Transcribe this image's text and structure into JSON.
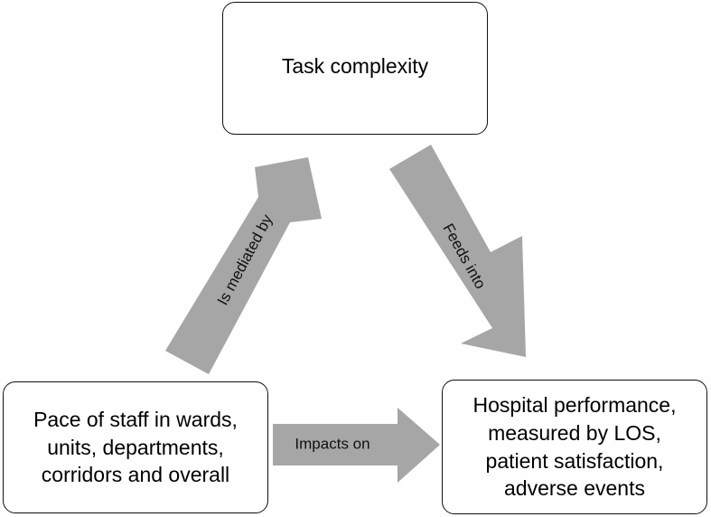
{
  "diagram": {
    "nodes": {
      "top": "Task complexity",
      "left": "Pace of staff in wards,\nunits, departments,\ncorridors and overall",
      "right": "Hospital performance,\nmeasured by LOS,\npatient satisfaction,\nadverse events"
    },
    "edges": {
      "left_to_top": "Is mediated by",
      "top_to_right": "Feeds into",
      "left_to_right": "Impacts on"
    },
    "colors": {
      "arrow_fill": "#a6a6a6",
      "box_border": "#111111",
      "text": "#000000"
    }
  }
}
